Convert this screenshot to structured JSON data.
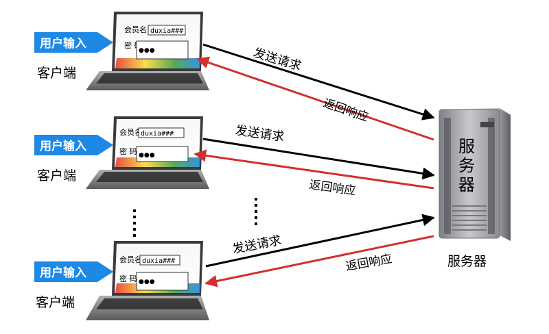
{
  "clients": [
    {
      "badge": "用户输入",
      "label": "客户端",
      "form": {
        "username_label": "会员名:",
        "username_value": "duxia###",
        "password_label": "密  码:",
        "password_value": "●●●"
      }
    },
    {
      "badge": "用户输入",
      "label": "客户端",
      "form": {
        "username_label": "会员名:",
        "username_value": "duxia###",
        "password_label": "密  码:",
        "password_value": "●●●"
      }
    },
    {
      "badge": "用户输入",
      "label": "客户端",
      "form": {
        "username_label": "会员名:",
        "username_value": "duxia###",
        "password_label": "密  码:",
        "password_value": "●●●"
      }
    }
  ],
  "request_label": "发送请求",
  "response_label": "返回响应",
  "server": {
    "box_text": [
      "服",
      "务",
      "器"
    ],
    "caption": "服务器"
  },
  "colors": {
    "request": "#000000",
    "response": "#d32f2f",
    "badge": "#1e88e5"
  }
}
